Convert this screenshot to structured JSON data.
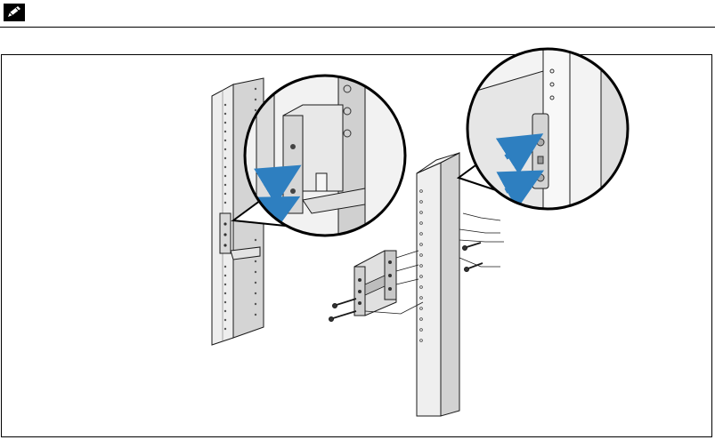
{
  "note": {
    "icon": "note-pencil-icon"
  },
  "figure": {
    "description_items": [
      "left-rack-post",
      "left-zoom-callout",
      "right-rack-post",
      "right-zoom-callout",
      "rail-mounting-bracket",
      "screws"
    ],
    "colors": {
      "arrow": "#2e7fc0",
      "post_fill": "#efefef",
      "post_shade": "#c9c9c9",
      "bracket_fill": "#d8d8d8",
      "line": "#1a1a1a"
    }
  }
}
